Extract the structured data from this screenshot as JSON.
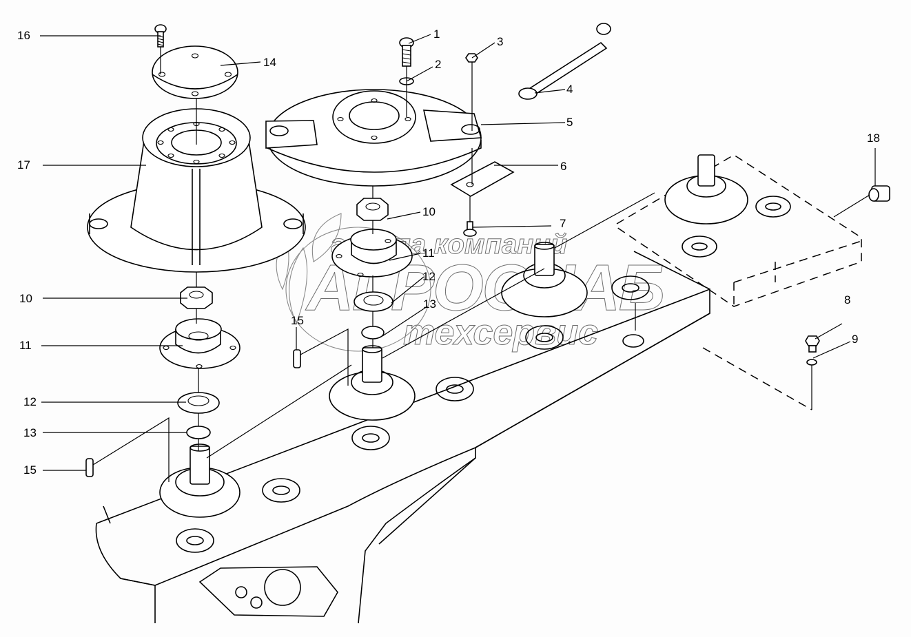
{
  "diagram": {
    "type": "exploded-parts-view",
    "subject": "mower cutter bar disc drive assembly",
    "watermark": {
      "line1": "группа компаний",
      "line2": "АГРОСНАБ",
      "line3": "техсервис"
    },
    "callouts": [
      {
        "id": "c16",
        "label": "16",
        "part": "bolt"
      },
      {
        "id": "c14",
        "label": "14",
        "part": "cover plate"
      },
      {
        "id": "c17",
        "label": "17",
        "part": "drum (cone)"
      },
      {
        "id": "c10a",
        "label": "10",
        "part": "nut"
      },
      {
        "id": "c11a",
        "label": "11",
        "part": "hub"
      },
      {
        "id": "c12a",
        "label": "12",
        "part": "washer"
      },
      {
        "id": "c13a",
        "label": "13",
        "part": "ring"
      },
      {
        "id": "c15a",
        "label": "15",
        "part": "key"
      },
      {
        "id": "c1",
        "label": "1",
        "part": "bolt"
      },
      {
        "id": "c2",
        "label": "2",
        "part": "washer"
      },
      {
        "id": "c3",
        "label": "3",
        "part": "nut"
      },
      {
        "id": "c4",
        "label": "4",
        "part": "wrench"
      },
      {
        "id": "c5",
        "label": "5",
        "part": "cutting disc"
      },
      {
        "id": "c6",
        "label": "6",
        "part": "knife"
      },
      {
        "id": "c7",
        "label": "7",
        "part": "knife bolt"
      },
      {
        "id": "c10b",
        "label": "10",
        "part": "nut"
      },
      {
        "id": "c11b",
        "label": "11",
        "part": "hub"
      },
      {
        "id": "c12b",
        "label": "12",
        "part": "washer"
      },
      {
        "id": "c13b",
        "label": "13",
        "part": "ring"
      },
      {
        "id": "c15b",
        "label": "15",
        "part": "key"
      },
      {
        "id": "c18",
        "label": "18",
        "part": "plug"
      },
      {
        "id": "c8",
        "label": "8",
        "part": "bolt"
      },
      {
        "id": "c9",
        "label": "9",
        "part": "washer"
      }
    ]
  }
}
